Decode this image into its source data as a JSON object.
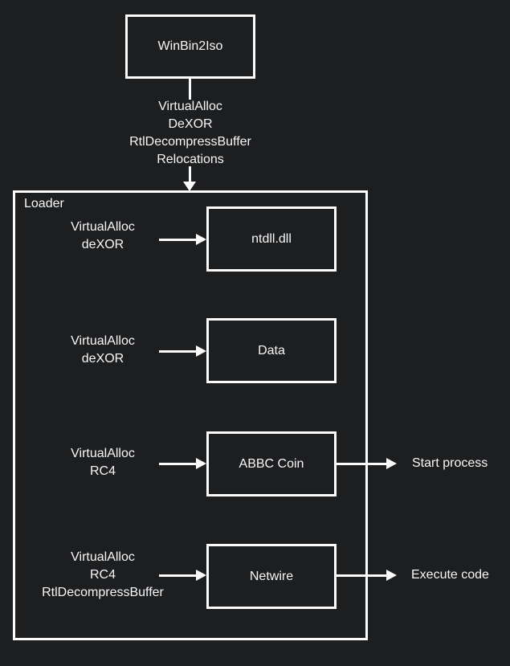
{
  "colors": {
    "background": "#1d1e20",
    "stroke": "#fbfbfb",
    "text": "#f7f7f7"
  },
  "top_node": {
    "label": "WinBin2Iso"
  },
  "unpack_steps": [
    "VirtualAlloc",
    "DeXOR",
    "RtlDecompressBuffer",
    "Relocations"
  ],
  "loader": {
    "label": "Loader",
    "rows": [
      {
        "steps": [
          "VirtualAlloc",
          "deXOR"
        ],
        "target": "ntdll.dll",
        "output": ""
      },
      {
        "steps": [
          "VirtualAlloc",
          "deXOR"
        ],
        "target": "Data",
        "output": ""
      },
      {
        "steps": [
          "VirtualAlloc",
          "RC4"
        ],
        "target": "ABBC Coin",
        "output": "Start process"
      },
      {
        "steps": [
          "VirtualAlloc",
          "RC4",
          "RtlDecompressBuffer"
        ],
        "target": "Netwire",
        "output": "Execute code"
      }
    ]
  }
}
